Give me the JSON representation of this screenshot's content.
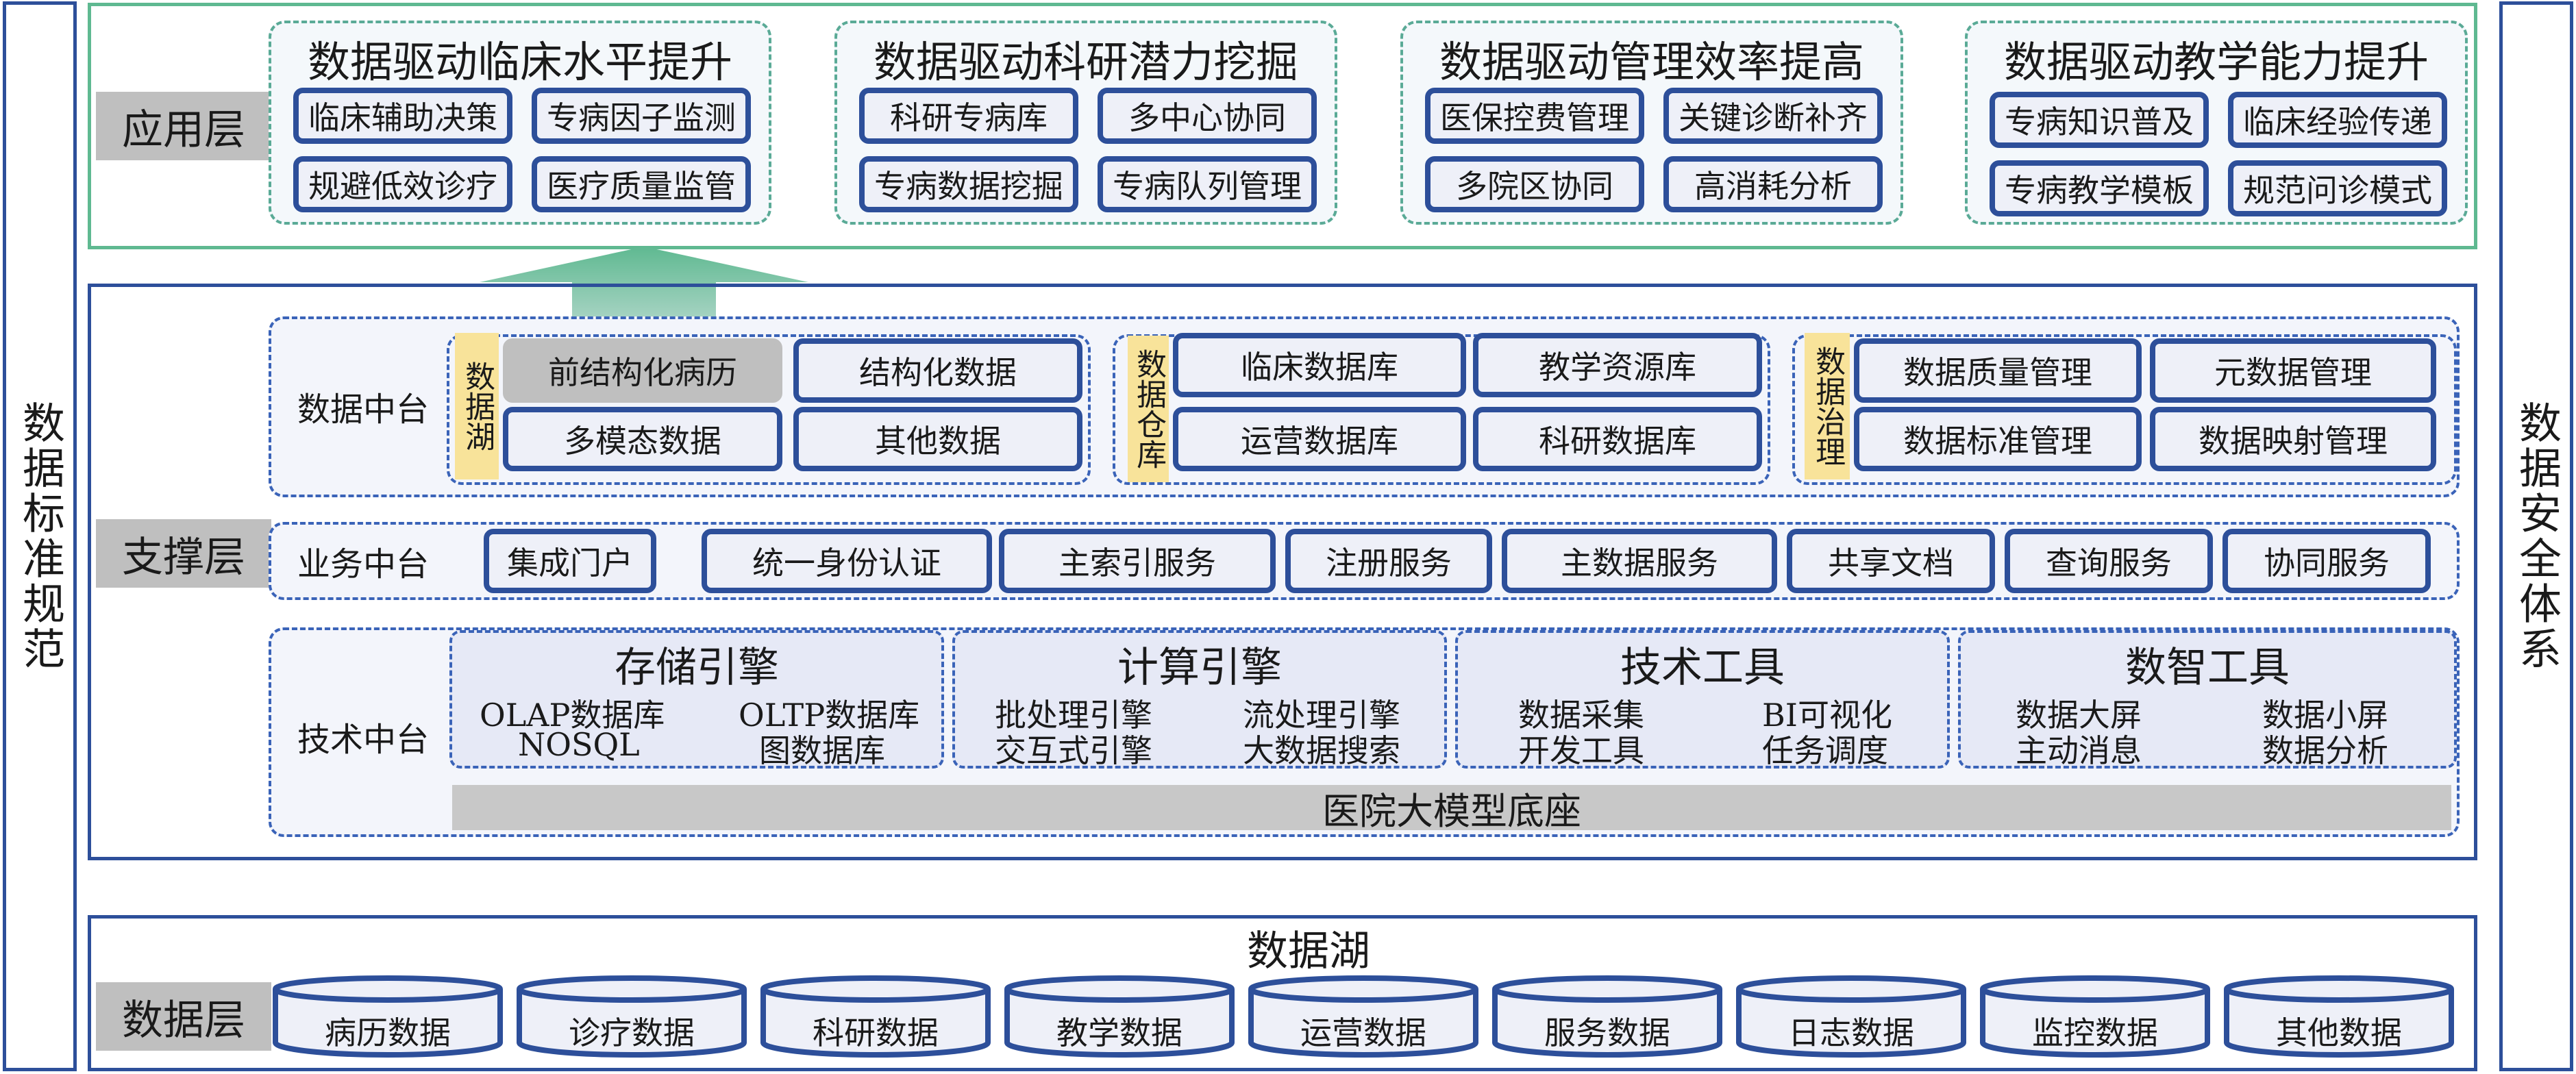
{
  "left_pillar": "数据标准规范",
  "right_pillar": "数据安全体系",
  "application_layer": {
    "label": "应用层",
    "groups": [
      {
        "title": "数据驱动临床水平提升",
        "items": [
          "临床辅助决策",
          "专病因子监测",
          "规避低效诊疗",
          "医疗质量监管"
        ]
      },
      {
        "title": "数据驱动科研潜力挖掘",
        "items": [
          "科研专病库",
          "多中心协同",
          "专病数据挖掘",
          "专病队列管理"
        ]
      },
      {
        "title": "数据驱动管理效率提高",
        "items": [
          "医保控费管理",
          "关键诊断补齐",
          "多院区协同",
          "高消耗分析"
        ]
      },
      {
        "title": "数据驱动教学能力提升",
        "items": [
          "专病知识普及",
          "临床经验传递",
          "专病教学模板",
          "规范问诊模式"
        ]
      }
    ]
  },
  "support_layer": {
    "label": "支撑层",
    "data_platform": {
      "label": "数据中台",
      "lake": {
        "tag": "数据湖",
        "items": [
          "前结构化病历",
          "结构化数据",
          "多模态数据",
          "其他数据"
        ]
      },
      "warehouse": {
        "tag": "数据仓库",
        "items": [
          "临床数据库",
          "教学资源库",
          "运营数据库",
          "科研数据库"
        ]
      },
      "governance": {
        "tag": "数据治理",
        "items": [
          "数据质量管理",
          "元数据管理",
          "数据标准管理",
          "数据映射管理"
        ]
      }
    },
    "business_platform": {
      "label": "业务中台",
      "items": [
        "集成门户",
        "统一身份认证",
        "主索引服务",
        "注册服务",
        "主数据服务",
        "共享文档",
        "查询服务",
        "协同服务"
      ]
    },
    "tech_platform": {
      "label": "技术中台",
      "engines": [
        {
          "title": "存储引擎",
          "items": [
            "OLAP数据库",
            "OLTP数据库",
            "NOSQL",
            "图数据库"
          ]
        },
        {
          "title": "计算引擎",
          "items": [
            "批处理引擎",
            "流处理引擎",
            "交互式引擎",
            "大数据搜索"
          ]
        },
        {
          "title": "技术工具",
          "items": [
            "数据采集",
            "BI可视化",
            "开发工具",
            "任务调度"
          ]
        },
        {
          "title": "数智工具",
          "items": [
            "数据大屏",
            "数据小屏",
            "主动消息",
            "数据分析"
          ]
        }
      ],
      "base": "医院大模型底座"
    }
  },
  "data_layer": {
    "label": "数据层",
    "lake_title": "数据湖",
    "cylinders": [
      "病历数据",
      "诊疗数据",
      "科研数据",
      "教学数据",
      "运营数据",
      "服务数据",
      "日志数据",
      "监控数据",
      "其他数据"
    ]
  },
  "colors": {
    "frame_blue": "#2d4f9a",
    "app_green": "#5fb991",
    "label_gray": "#bfbfbf",
    "tag_yellow": "#f8e39a",
    "box_fill": "#eef0f8"
  }
}
